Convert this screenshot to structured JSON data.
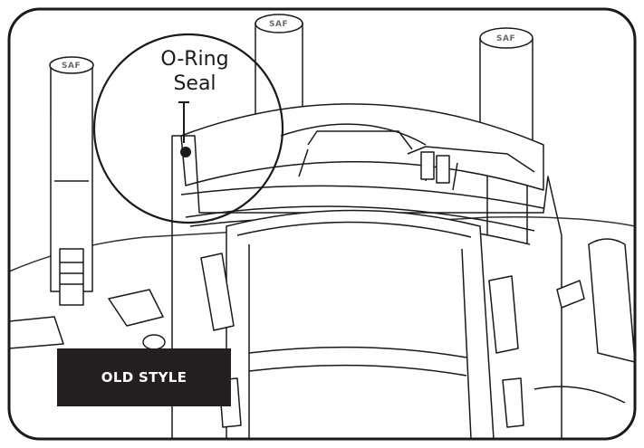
{
  "callout": {
    "line1": "O-Ring",
    "line2": "Seal"
  },
  "badge": {
    "label": "OLD STYLE"
  },
  "caps": {
    "center": "SAF",
    "right": "SAF",
    "left": "SAF"
  },
  "colors": {
    "ink": "#1a1a1a",
    "badge_bg": "#231f20",
    "badge_text": "#ffffff",
    "seal_dot": "#1a1a1a"
  }
}
